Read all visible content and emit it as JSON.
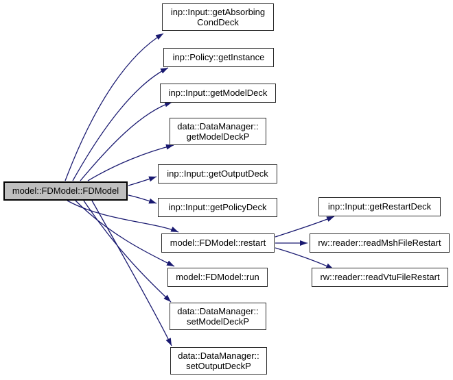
{
  "diagram": {
    "type": "doxygen-call-graph",
    "colors": {
      "background": "#ffffff",
      "edge": "#191970",
      "node_border": "#2b2b2b",
      "node_fill": "#ffffff",
      "root_fill": "#bfbfbf",
      "text": "#000000"
    },
    "nodes": [
      {
        "id": "fdmodel-root",
        "label": "model::FDModel::FDModel",
        "highlighted": true
      },
      {
        "id": "get-absorbing-cond-deck",
        "label": "inp::Input::getAbsorbing\nCondDeck",
        "highlighted": false
      },
      {
        "id": "get-instance",
        "label": "inp::Policy::getInstance",
        "highlighted": false
      },
      {
        "id": "get-model-deck",
        "label": "inp::Input::getModelDeck",
        "highlighted": false
      },
      {
        "id": "get-model-deck-p",
        "label": "data::DataManager::\ngetModelDeckP",
        "highlighted": false
      },
      {
        "id": "get-output-deck",
        "label": "inp::Input::getOutputDeck",
        "highlighted": false
      },
      {
        "id": "get-policy-deck",
        "label": "inp::Input::getPolicyDeck",
        "highlighted": false
      },
      {
        "id": "restart",
        "label": "model::FDModel::restart",
        "highlighted": false
      },
      {
        "id": "run",
        "label": "model::FDModel::run",
        "highlighted": false
      },
      {
        "id": "set-model-deck-p",
        "label": "data::DataManager::\nsetModelDeckP",
        "highlighted": false
      },
      {
        "id": "set-output-deck-p",
        "label": "data::DataManager::\nsetOutputDeckP",
        "highlighted": false
      },
      {
        "id": "get-restart-deck",
        "label": "inp::Input::getRestartDeck",
        "highlighted": false
      },
      {
        "id": "read-msh-file-restart",
        "label": "rw::reader::readMshFileRestart",
        "highlighted": false
      },
      {
        "id": "read-vtu-file-restart",
        "label": "rw::reader::readVtuFileRestart",
        "highlighted": false
      }
    ],
    "edges": [
      {
        "from": "fdmodel-root",
        "to": "get-absorbing-cond-deck"
      },
      {
        "from": "fdmodel-root",
        "to": "get-instance"
      },
      {
        "from": "fdmodel-root",
        "to": "get-model-deck"
      },
      {
        "from": "fdmodel-root",
        "to": "get-model-deck-p"
      },
      {
        "from": "fdmodel-root",
        "to": "get-output-deck"
      },
      {
        "from": "fdmodel-root",
        "to": "get-policy-deck"
      },
      {
        "from": "fdmodel-root",
        "to": "restart"
      },
      {
        "from": "fdmodel-root",
        "to": "run"
      },
      {
        "from": "fdmodel-root",
        "to": "set-model-deck-p"
      },
      {
        "from": "fdmodel-root",
        "to": "set-output-deck-p"
      },
      {
        "from": "restart",
        "to": "get-restart-deck"
      },
      {
        "from": "restart",
        "to": "read-msh-file-restart"
      },
      {
        "from": "restart",
        "to": "read-vtu-file-restart"
      }
    ]
  }
}
